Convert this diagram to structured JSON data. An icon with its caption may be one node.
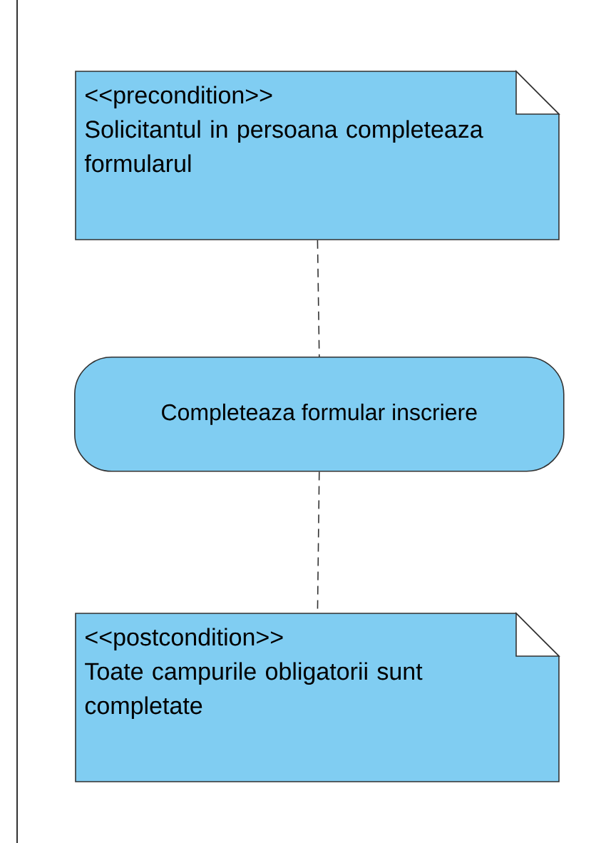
{
  "diagram": {
    "nodes": [
      {
        "text": [
          "<<precondition>>",
          "Solicitantul in persoana completeaza formularul"
        ]
      },
      {
        "text": [
          "Completeaza formular inscriere"
        ]
      },
      {
        "text": [
          "<<postcondition>>",
          "Toate campurile obligatorii sunt completate"
        ]
      }
    ],
    "edges": [
      {
        "from": 0,
        "to": 1,
        "arrow": "none",
        "style": "dashed"
      },
      {
        "from": 1,
        "to": 2,
        "arrow": "none",
        "style": "dashed"
      }
    ]
  }
}
